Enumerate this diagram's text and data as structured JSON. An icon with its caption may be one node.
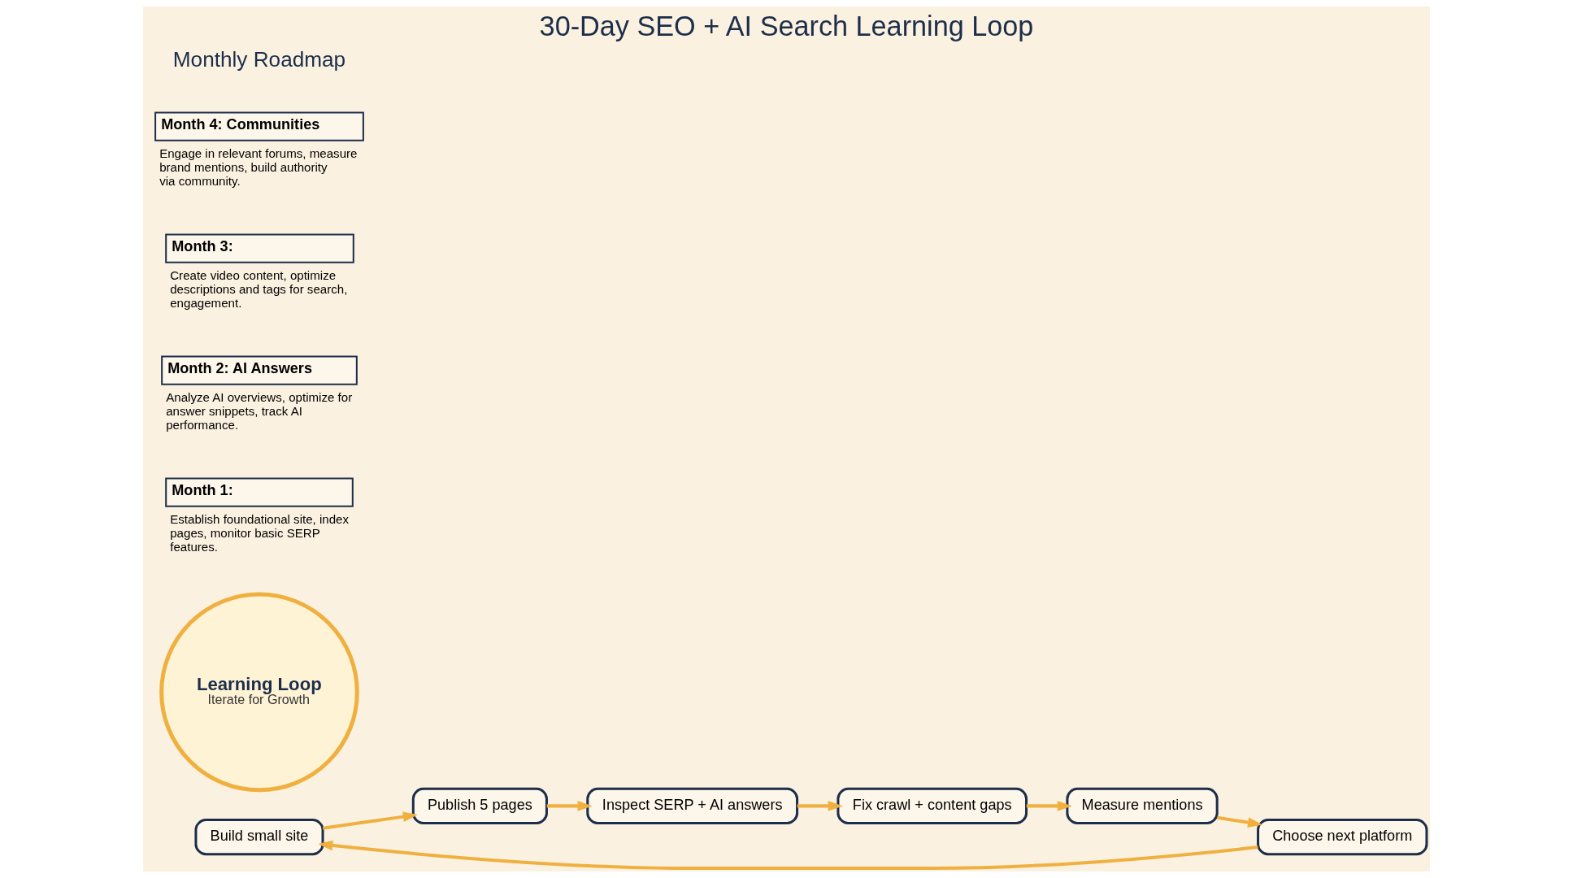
{
  "diagram": {
    "title": "30-Day SEO + AI Search Learning Loop",
    "nodes": [
      {
        "text": [
          "Build small site"
        ]
      },
      {
        "text": [
          "Publish 5 pages"
        ]
      },
      {
        "text": [
          "Inspect SERP + AI answers"
        ]
      },
      {
        "text": [
          "Fix crawl + content gaps"
        ]
      },
      {
        "text": [
          "Measure mentions"
        ]
      },
      {
        "text": [
          "Choose next platform"
        ]
      },
      {
        "text": [
          "Learning Loop",
          "Iterate for Growth"
        ]
      },
      {
        "text": [
          "Month 1:",
          "Establish foundational site, index pages, monitor basic SERP features."
        ]
      },
      {
        "text": [
          "Month 2: AI Answers",
          "Analyze AI overviews, optimize for answer snippets, track AI performance."
        ]
      },
      {
        "text": [
          "Month 3:",
          "Create video content, optimize descriptions and tags for search, engagement."
        ]
      },
      {
        "text": [
          "Month 4: Communities",
          "Engage in relevant forums, measure brand mentions, build authority via community."
        ]
      }
    ],
    "edges": [
      {
        "from": 0,
        "to": 1,
        "arrow": "to"
      },
      {
        "from": 1,
        "to": 2,
        "arrow": "to"
      },
      {
        "from": 2,
        "to": 3,
        "arrow": "to"
      },
      {
        "from": 3,
        "to": 4,
        "arrow": "to"
      },
      {
        "from": 4,
        "to": 5,
        "arrow": "to"
      },
      {
        "from": 5,
        "to": 0,
        "arrow": "to"
      }
    ],
    "labels": [
      "Monthly Roadmap"
    ]
  }
}
